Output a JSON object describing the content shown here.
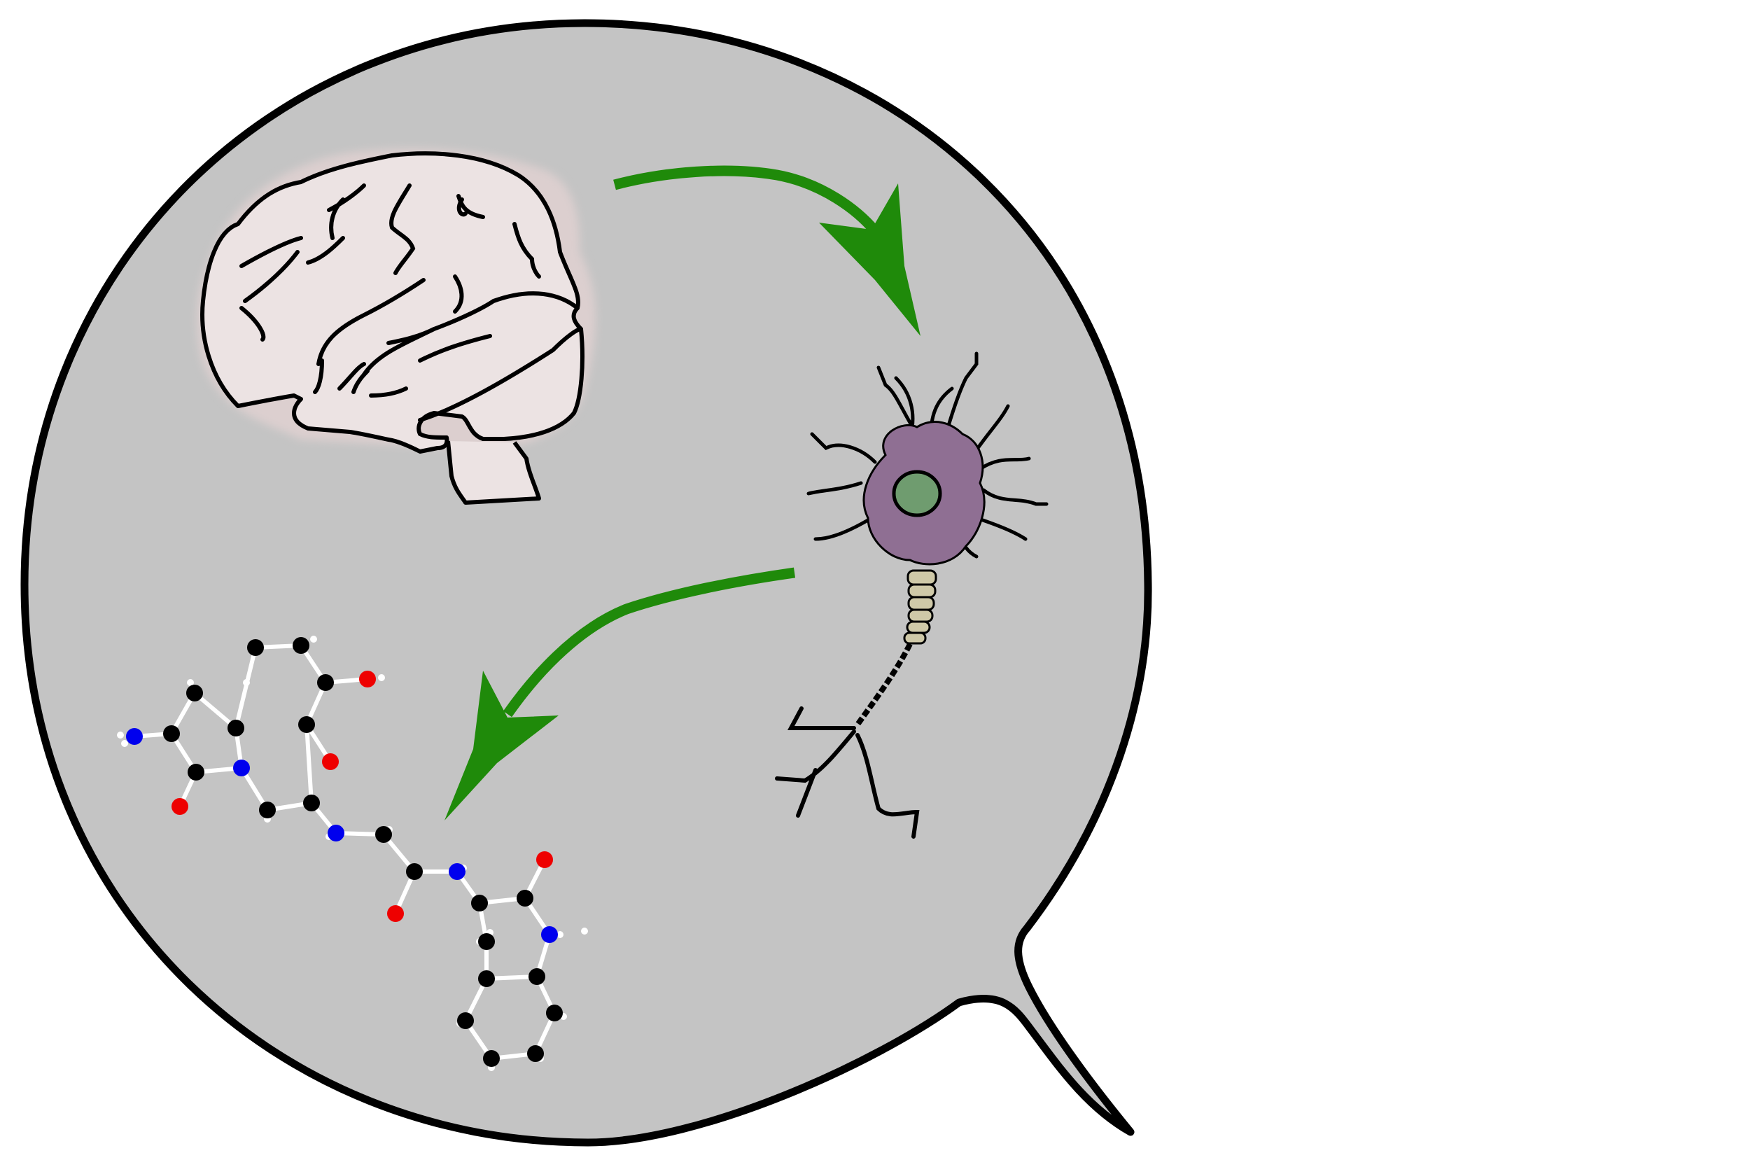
{
  "diagram": {
    "nodes": [
      {
        "id": "brain",
        "icon": "brain-icon"
      },
      {
        "id": "neuron",
        "icon": "neuron-icon"
      },
      {
        "id": "molecule",
        "icon": "molecule-icon"
      }
    ],
    "edges": [
      {
        "from": "brain",
        "to": "neuron"
      },
      {
        "from": "neuron",
        "to": "molecule"
      }
    ]
  },
  "colors": {
    "bubble_fill": "#c4c4c4",
    "outline": "#000000",
    "arrow": "#1f8a0a",
    "brain_fill": "#ece3e3",
    "brain_halo": "#dccfcf",
    "neuron_body": "#8f6f93",
    "nucleus": "#6f9c6f",
    "myelin": "#cfc9a8",
    "atom_carbon": "#000000",
    "atom_nitrogen": "#0000ee",
    "atom_oxygen": "#ee0000",
    "atom_hydrogen": "#ffffff"
  }
}
